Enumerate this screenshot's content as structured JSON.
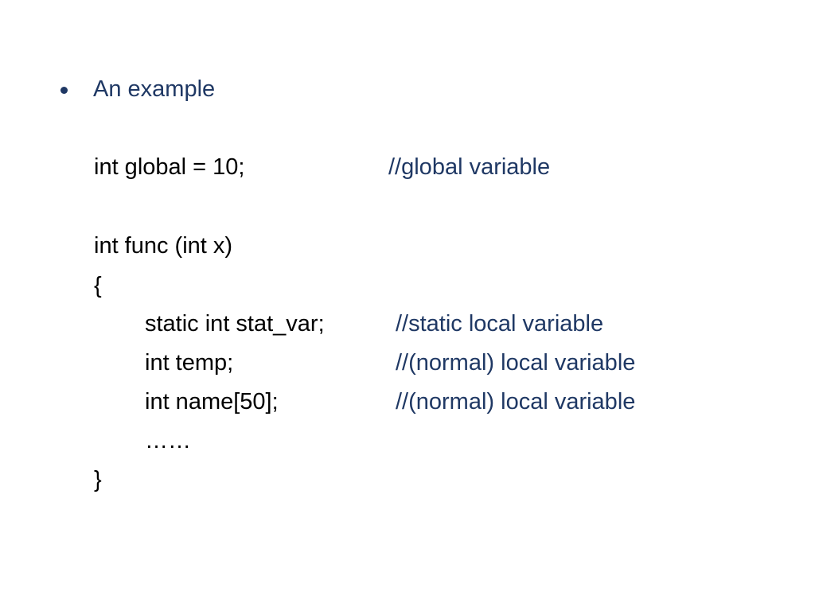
{
  "slide": {
    "heading": "An example",
    "lines": [
      {
        "code": "int global = 10;",
        "comment": "//global variable"
      },
      {
        "code": "int func (int x)",
        "comment": ""
      },
      {
        "code": "{",
        "comment": ""
      },
      {
        "code": "static int stat_var;",
        "comment": "//static local variable"
      },
      {
        "code": "int temp;",
        "comment": "//(normal) local variable"
      },
      {
        "code": "int name[50];",
        "comment": "//(normal) local variable"
      },
      {
        "code": "……",
        "comment": ""
      },
      {
        "code": "}",
        "comment": ""
      }
    ]
  },
  "colors": {
    "heading": "#1f3864",
    "comment": "#1f3864",
    "code": "#000000"
  }
}
